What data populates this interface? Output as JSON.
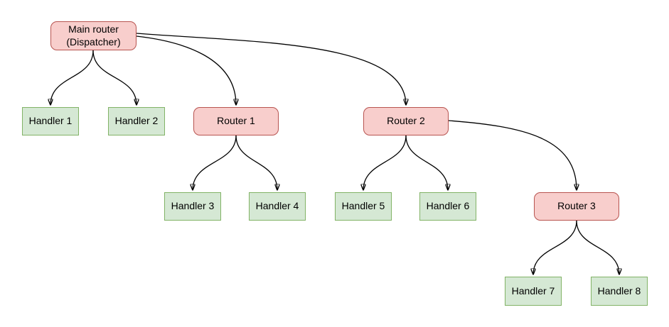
{
  "diagram": {
    "nodes": [
      {
        "id": "main-router",
        "label": "Main router\n(Dispatcher)",
        "type": "router"
      },
      {
        "id": "handler-1",
        "label": "Handler 1",
        "type": "handler"
      },
      {
        "id": "handler-2",
        "label": "Handler 2",
        "type": "handler"
      },
      {
        "id": "router-1",
        "label": "Router 1",
        "type": "router"
      },
      {
        "id": "router-2",
        "label": "Router 2",
        "type": "router"
      },
      {
        "id": "handler-3",
        "label": "Handler 3",
        "type": "handler"
      },
      {
        "id": "handler-4",
        "label": "Handler 4",
        "type": "handler"
      },
      {
        "id": "handler-5",
        "label": "Handler 5",
        "type": "handler"
      },
      {
        "id": "handler-6",
        "label": "Handler 6",
        "type": "handler"
      },
      {
        "id": "router-3",
        "label": "Router 3",
        "type": "router"
      },
      {
        "id": "handler-7",
        "label": "Handler 7",
        "type": "handler"
      },
      {
        "id": "handler-8",
        "label": "Handler 8",
        "type": "handler"
      }
    ],
    "edges": [
      {
        "from": "main-router",
        "to": "handler-1"
      },
      {
        "from": "main-router",
        "to": "handler-2"
      },
      {
        "from": "main-router",
        "to": "router-1"
      },
      {
        "from": "main-router",
        "to": "router-2"
      },
      {
        "from": "router-1",
        "to": "handler-3"
      },
      {
        "from": "router-1",
        "to": "handler-4"
      },
      {
        "from": "router-2",
        "to": "handler-5"
      },
      {
        "from": "router-2",
        "to": "handler-6"
      },
      {
        "from": "router-2",
        "to": "router-3"
      },
      {
        "from": "router-3",
        "to": "handler-7"
      },
      {
        "from": "router-3",
        "to": "handler-8"
      }
    ],
    "colors": {
      "router_fill": "#f8cecc",
      "router_border": "#b85450",
      "handler_fill": "#d5e8d4",
      "handler_border": "#82b366",
      "edge": "#000000",
      "text": "#000000",
      "background": "#ffffff"
    }
  }
}
